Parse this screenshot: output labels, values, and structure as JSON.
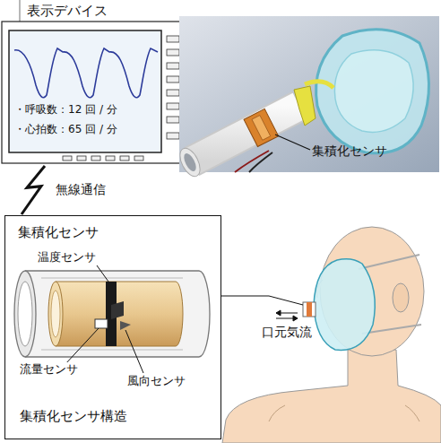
{
  "diagram": {
    "nodes": [
      {
        "text": [
          "表示デバイス",
          "・呼吸数：12 回 / 分",
          "・心拍数：65 回 / 分"
        ]
      },
      {
        "text": [
          "集積化センサ",
          "集積化センサ構造"
        ]
      }
    ],
    "edges": [
      {
        "from": 0,
        "to": 1,
        "label": "無線通信",
        "arrow": "none"
      }
    ],
    "labels": [
      "集積化センサ",
      "温度センサ",
      "流量センサ",
      "風向センサ",
      "口元気流"
    ]
  }
}
